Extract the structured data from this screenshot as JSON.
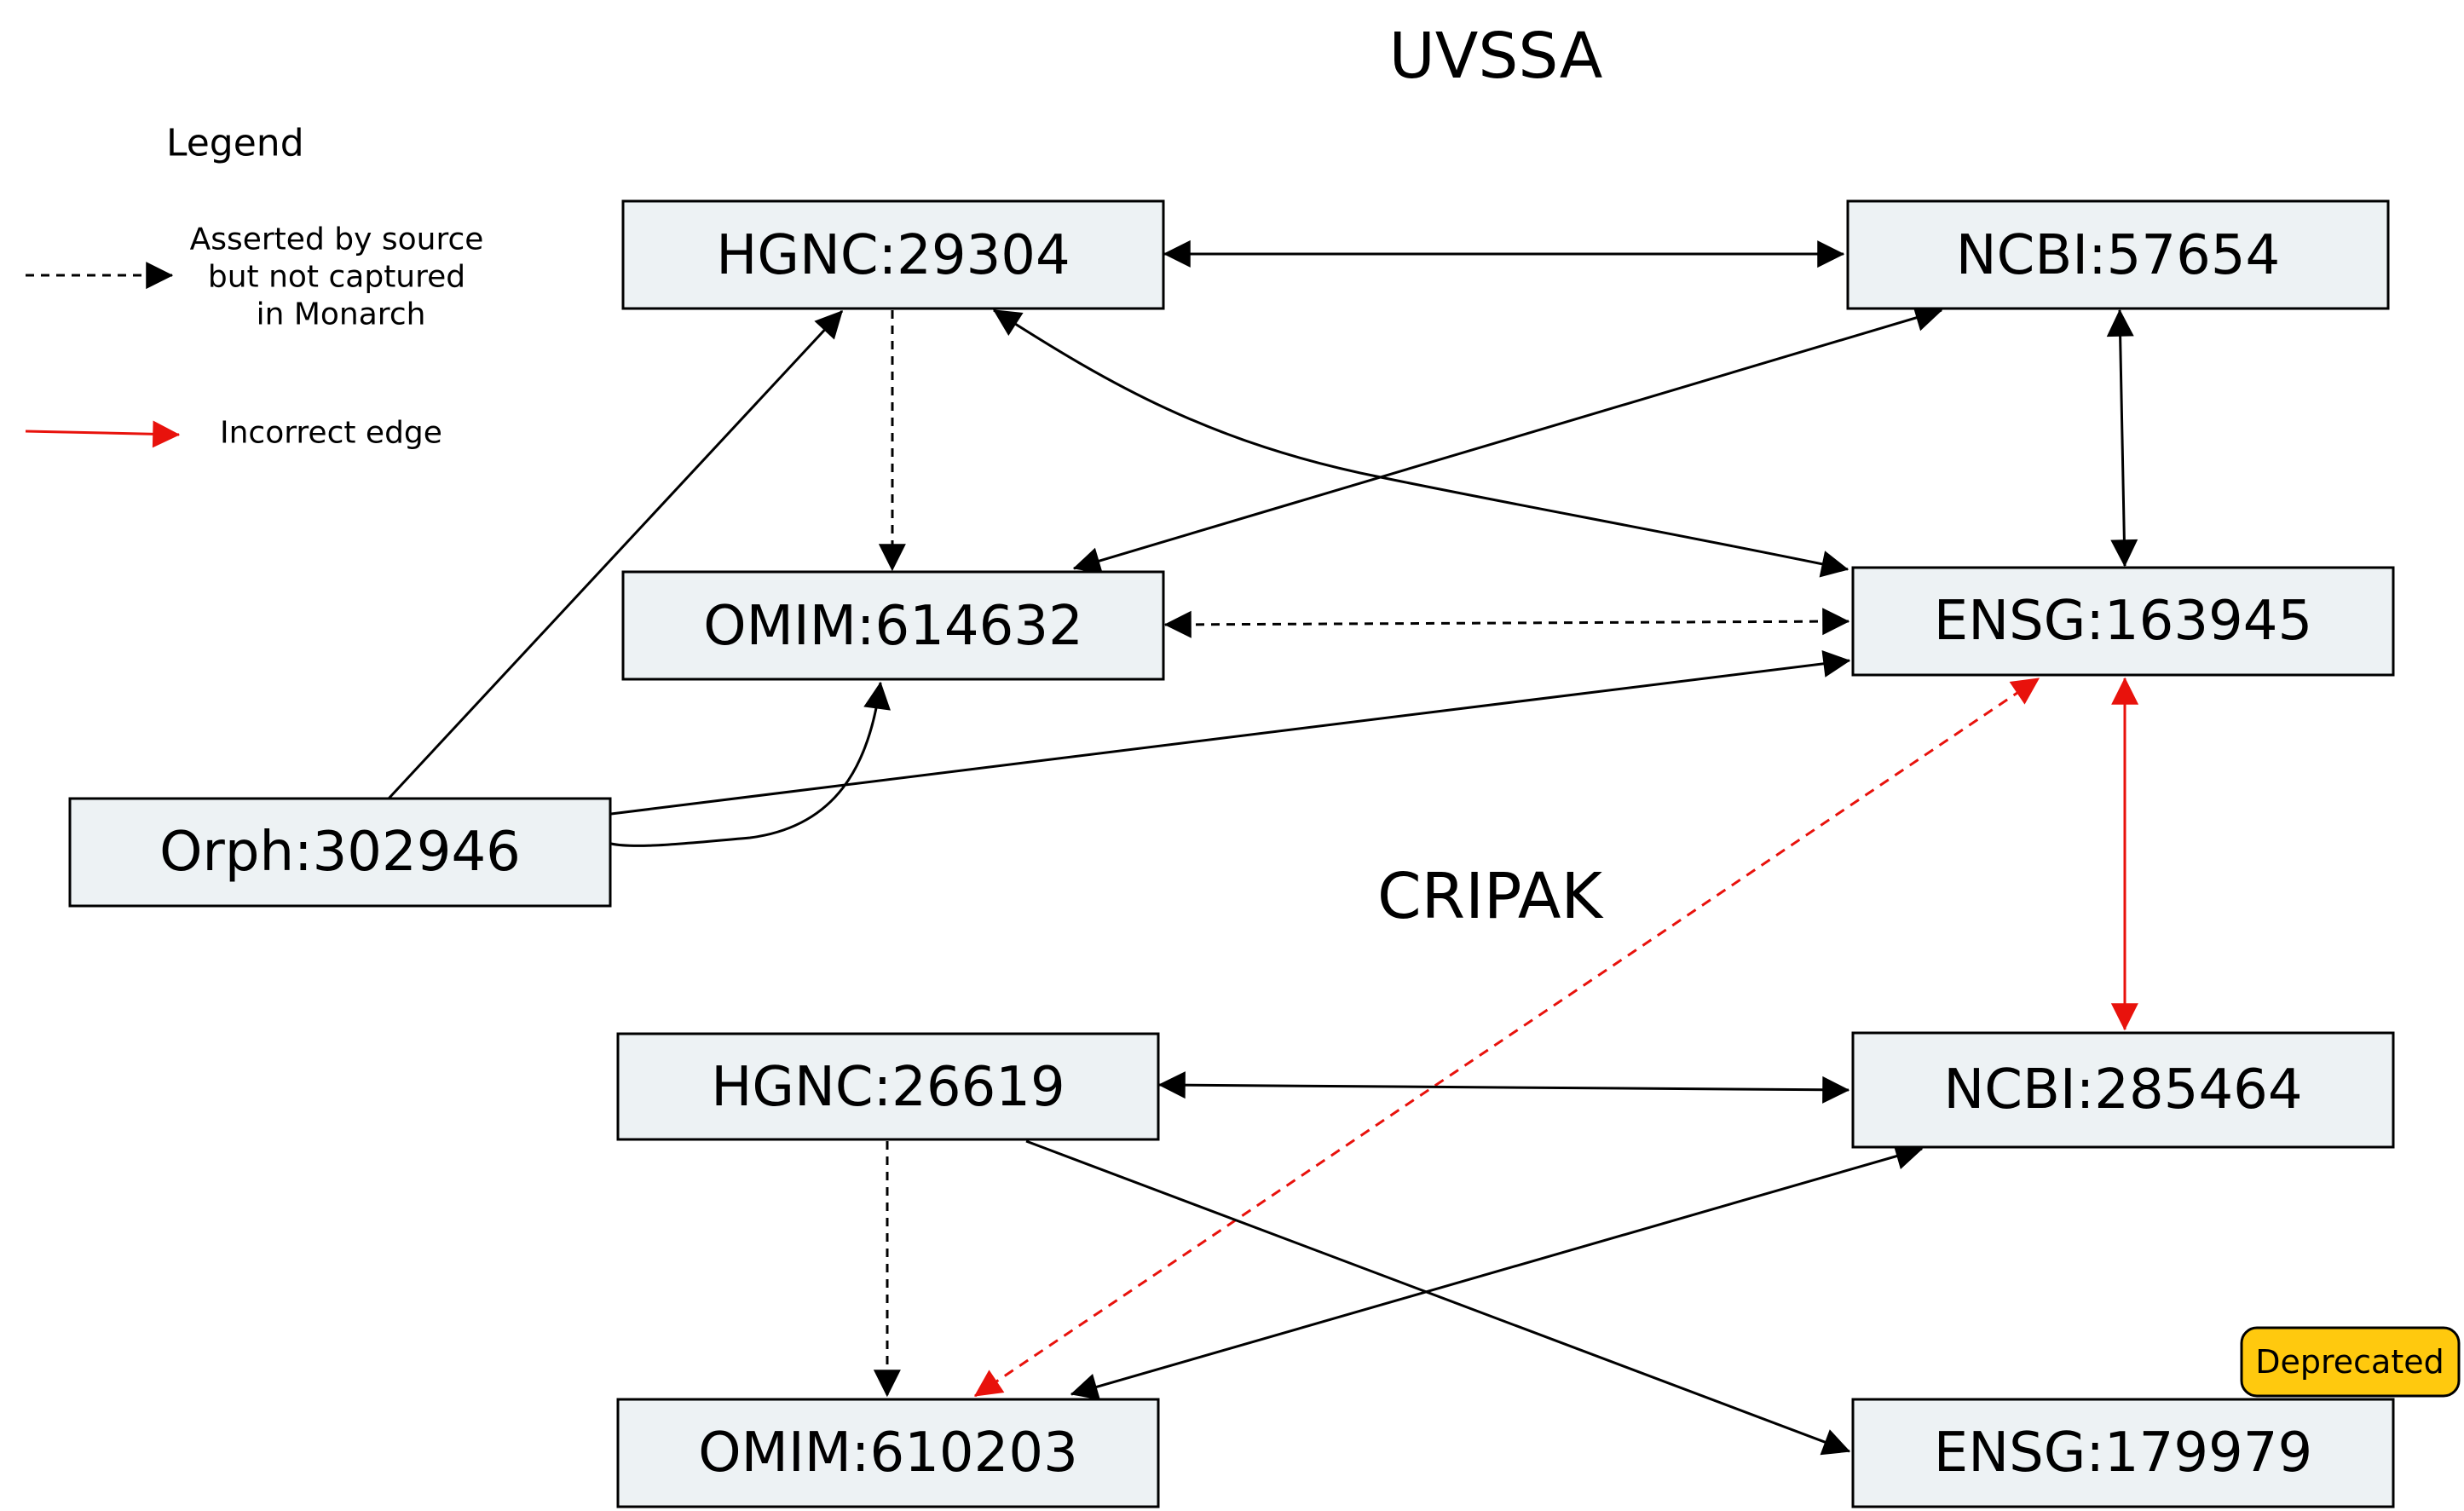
{
  "titles": {
    "uvssa": "UVSSA",
    "cripak": "CRIPAK"
  },
  "legend": {
    "title": "Legend",
    "dashed_line1": "Asserted by source",
    "dashed_line2": "but not captured",
    "dashed_line3": "in Monarch",
    "red_label": "Incorrect edge"
  },
  "nodes": {
    "hgnc_29304": "HGNC:29304",
    "ncbi_57654": "NCBI:57654",
    "omim_614632": "OMIM:614632",
    "ensg_163945": "ENSG:163945",
    "orph_302946": "Orph:302946",
    "hgnc_26619": "HGNC:26619",
    "ncbi_285464": "NCBI:285464",
    "omim_610203": "OMIM:610203",
    "ensg_179979": "ENSG:179979"
  },
  "badge": {
    "deprecated": "Deprecated"
  },
  "colors": {
    "node_fill": "#edf2f4",
    "incorrect_edge": "#e8120c",
    "badge_fill": "#ffc90e"
  }
}
